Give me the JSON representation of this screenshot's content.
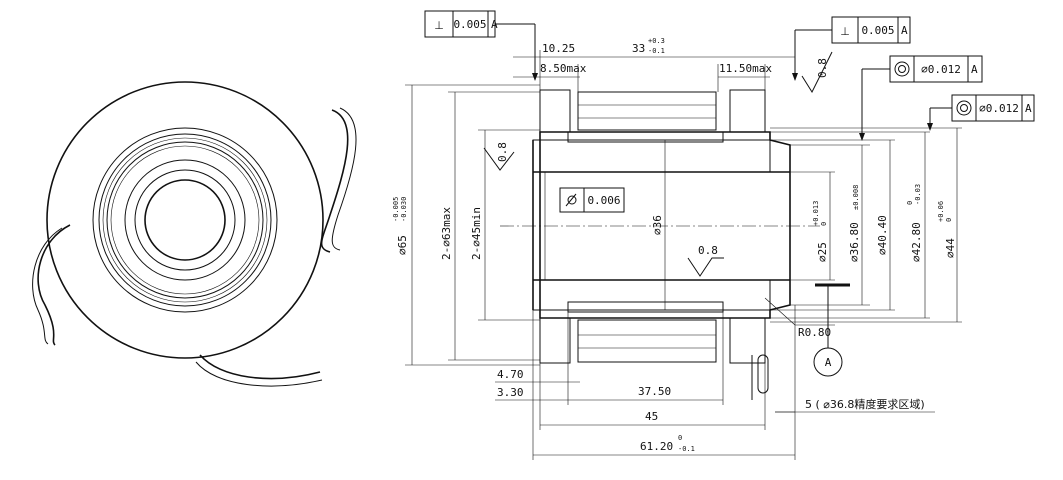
{
  "gdt": {
    "perp_top_left": {
      "symbol": "⊥",
      "value": "0.005",
      "datum": "A"
    },
    "perp_top_right": {
      "symbol": "⊥",
      "value": "0.005",
      "datum": "A"
    },
    "conc_1": {
      "symbol": "◎",
      "value": "⌀0.012",
      "datum": "A"
    },
    "conc_2": {
      "symbol": "◎",
      "value": "⌀0.012",
      "datum": "A"
    },
    "cyl": {
      "symbol": "⌭",
      "value": "0.006"
    },
    "datum_label": "A"
  },
  "dims": {
    "d_10_25": "10.25",
    "d_33": "33",
    "d_33_tol_up": "+0.3",
    "d_33_tol_low": "-0.1",
    "d_8_50": "8.50max",
    "d_11_50": "11.50max",
    "d_4_70": "4.70",
    "d_3_30": "3.30",
    "d_37_50": "37.50",
    "d_45": "45",
    "d_61_20": "61.20",
    "d_61_20_tol_up": "0",
    "d_61_20_tol_low": "-0.1",
    "d_r080": "R0.80",
    "d_note_5": "5 ( ⌀36.8精度要求区域)",
    "phi65": "⌀65",
    "phi65_tol_up": "-0.005",
    "phi65_tol_low": "-0.030",
    "phi63": "2-⌀63max",
    "phi45": "2-⌀45min",
    "phi36": "⌀36",
    "phi25": "⌀25",
    "phi25_tol_up": "+0.013",
    "phi25_tol_low": "0",
    "phi36_80": "⌀36.80",
    "phi36_80_tol": "±0.008",
    "phi40_40": "⌀40.40",
    "phi42_80": "⌀42.80",
    "phi42_80_tol_up": "0",
    "phi42_80_tol_low": "-0.03",
    "phi44": "⌀44",
    "phi44_tol_up": "+0.06",
    "phi44_tol_low": "0"
  },
  "roughness": {
    "r1": "0.8",
    "r2": "0.8",
    "r3": "0.8"
  }
}
